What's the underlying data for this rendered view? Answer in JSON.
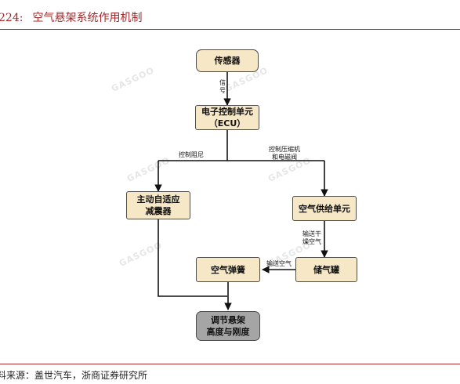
{
  "caption": {
    "number": "224:",
    "title": "空气悬架系统作用机制"
  },
  "source": {
    "text": "料来源：盖世汽车，浙商证券研究所"
  },
  "diagram": {
    "nodes": {
      "sensor": "传感器",
      "ecu_line1": "电子控制单元",
      "ecu_line2": "（ECU）",
      "damper_line1": "主动自适应",
      "damper_line2": "减震器",
      "air_supply": "空气供给单元",
      "air_spring": "空气弹簧",
      "air_tank": "储气罐",
      "result_line1": "调节悬架",
      "result_line2": "高度与刚度"
    },
    "edges": {
      "signal": "信号",
      "control_damping": "控制阻尼",
      "control_compressor_line1": "控制压缩机",
      "control_compressor_line2": "和电磁阀",
      "deliver_dry_air_line1": "输送干",
      "deliver_dry_air_line2": "燥空气",
      "deliver_air": "输送空气"
    },
    "colors": {
      "light_node": "#f6e7c6",
      "gray_node": "#d9dce6",
      "dark_node": "#a5a5a5",
      "accent": "#a5272a"
    }
  }
}
